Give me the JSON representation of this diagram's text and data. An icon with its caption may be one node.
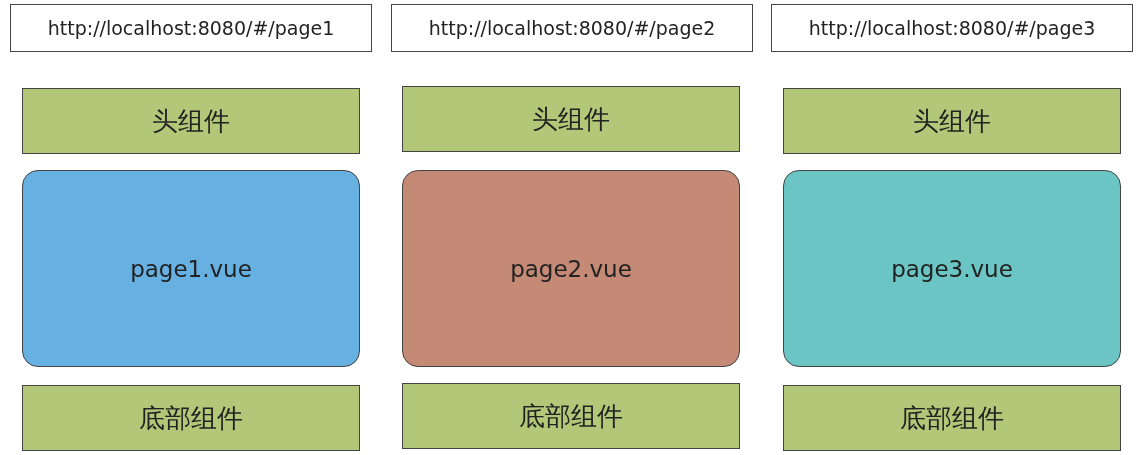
{
  "diagram": {
    "nodes": [
      {
        "text": [
          "http://localhost:8080/#/page1"
        ]
      },
      {
        "text": [
          "http://localhost:8080/#/page2"
        ]
      },
      {
        "text": [
          "http://localhost:8080/#/page3"
        ]
      },
      {
        "text": [
          "头组件"
        ]
      },
      {
        "text": [
          "头组件"
        ]
      },
      {
        "text": [
          "头组件"
        ]
      },
      {
        "text": [
          "page1.vue"
        ]
      },
      {
        "text": [
          "page2.vue"
        ]
      },
      {
        "text": [
          "page3.vue"
        ]
      },
      {
        "text": [
          "底部组件"
        ]
      },
      {
        "text": [
          "底部组件"
        ]
      },
      {
        "text": [
          "底部组件"
        ]
      }
    ]
  }
}
